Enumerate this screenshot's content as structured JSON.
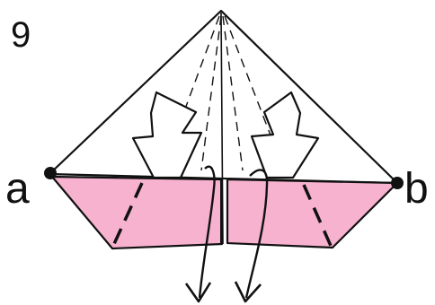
{
  "step": {
    "number": "9"
  },
  "points": {
    "left_label": "a",
    "right_label": "b"
  },
  "colors": {
    "paper_fill": "#f7b2cf",
    "line": "#111111",
    "background": "#ffffff"
  }
}
